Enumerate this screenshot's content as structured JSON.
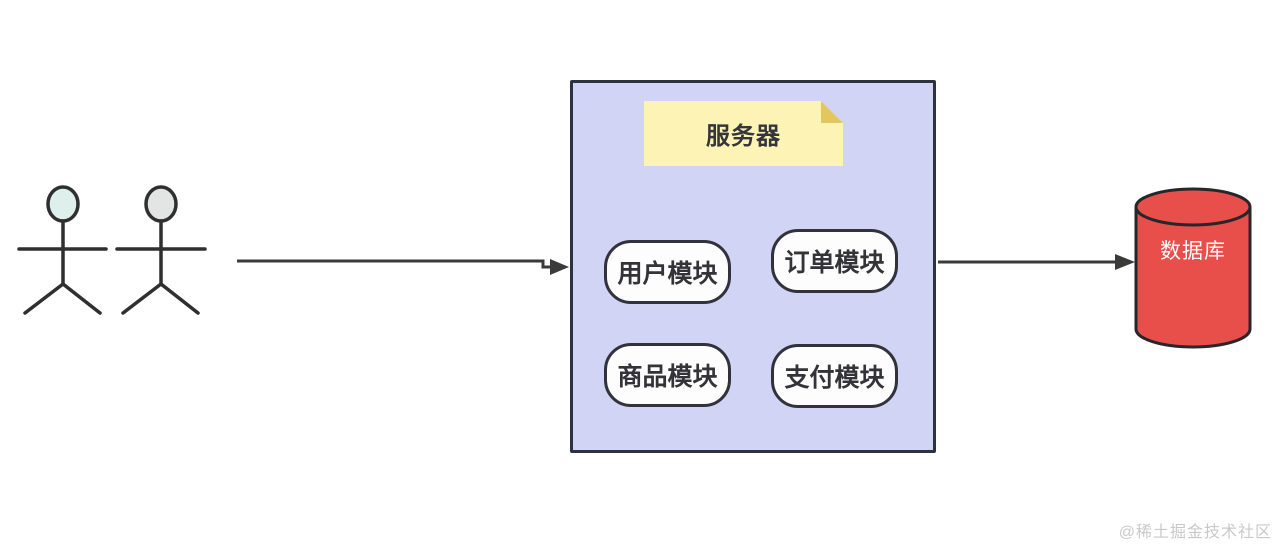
{
  "diagram": {
    "server": {
      "note_label": "服务器",
      "fill": "#d1d4f4",
      "border": "#2e3240",
      "note_fill": "#fcf3b4",
      "note_fold_fill": "#e2c75f"
    },
    "modules": [
      {
        "label": "用户模块"
      },
      {
        "label": "订单模块"
      },
      {
        "label": "商品模块"
      },
      {
        "label": "支付模块"
      }
    ],
    "actors": [
      {
        "name": "user-1",
        "head_color": "#ddf0ec"
      },
      {
        "name": "user-2",
        "head_color": "#e3e5e4"
      }
    ],
    "database": {
      "label": "数据库",
      "fill": "#e84f4b",
      "text_color": "#ffffff"
    },
    "arrows": [
      {
        "from": "users",
        "to": "server"
      },
      {
        "from": "server",
        "to": "database"
      }
    ],
    "watermark": {
      "text": "@稀土掘金技术社区"
    }
  }
}
